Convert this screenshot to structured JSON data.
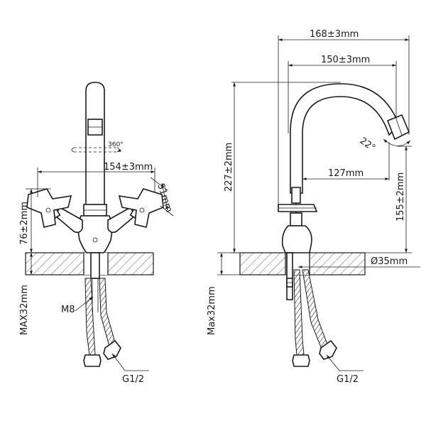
{
  "front_view": {
    "rotation": "360°",
    "handle_span": "154±3mm",
    "handle_width": "51mm",
    "height_above_counter": "76±2mm",
    "thread": "M8",
    "max_counter_thickness": "MAX32mm",
    "connector": "G1/2"
  },
  "side_view": {
    "total_reach": "168±3mm",
    "spout_reach": "150±3mm",
    "total_height": "227±2mm",
    "swing_angle": "22°",
    "outlet_reach": "127mm",
    "outlet_height": "155±2mm",
    "base_diameter": "Ø35mm",
    "max_counter_thickness": "Max32mm",
    "connector": "G1/2"
  },
  "colors": {
    "line": "#1a1a1a",
    "background": "#ffffff"
  }
}
